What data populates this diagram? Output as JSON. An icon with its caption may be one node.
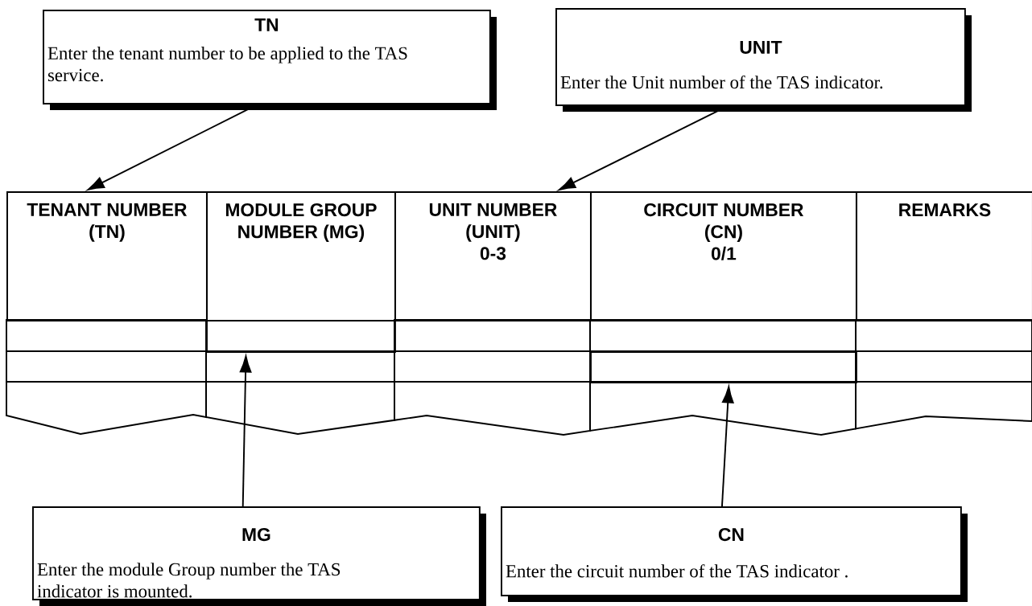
{
  "diagram": {
    "nodes": [
      {
        "text": [
          "TN",
          "Enter the tenant number to be applied to the TAS service."
        ]
      },
      {
        "text": [
          "UNIT",
          "Enter the Unit number of the TAS indicator."
        ]
      },
      {
        "text": [
          "MG",
          "Enter the module Group number the TAS indicator is mounted."
        ]
      },
      {
        "text": [
          "CN",
          "Enter the circuit number of the TAS indicator ."
        ]
      },
      {
        "text": [
          "TENANT NUMBER (TN)"
        ]
      },
      {
        "text": [
          "MODULE GROUP NUMBER (MG)"
        ]
      },
      {
        "text": [
          "UNIT NUMBER (UNIT)",
          "0-3"
        ]
      },
      {
        "text": [
          "CIRCUIT NUMBER (CN)",
          "0/1"
        ]
      },
      {
        "text": [
          "REMARKS"
        ]
      },
      {
        "text": [],
        "shape": "box"
      },
      {
        "text": [],
        "shape": "box"
      }
    ],
    "edges": [
      {
        "from": 0,
        "to": 4,
        "arrow": "to"
      },
      {
        "from": 1,
        "to": 6,
        "arrow": "to"
      },
      {
        "from": 2,
        "to": 9,
        "arrow": "to"
      },
      {
        "from": 3,
        "to": 10,
        "arrow": "to"
      }
    ]
  }
}
